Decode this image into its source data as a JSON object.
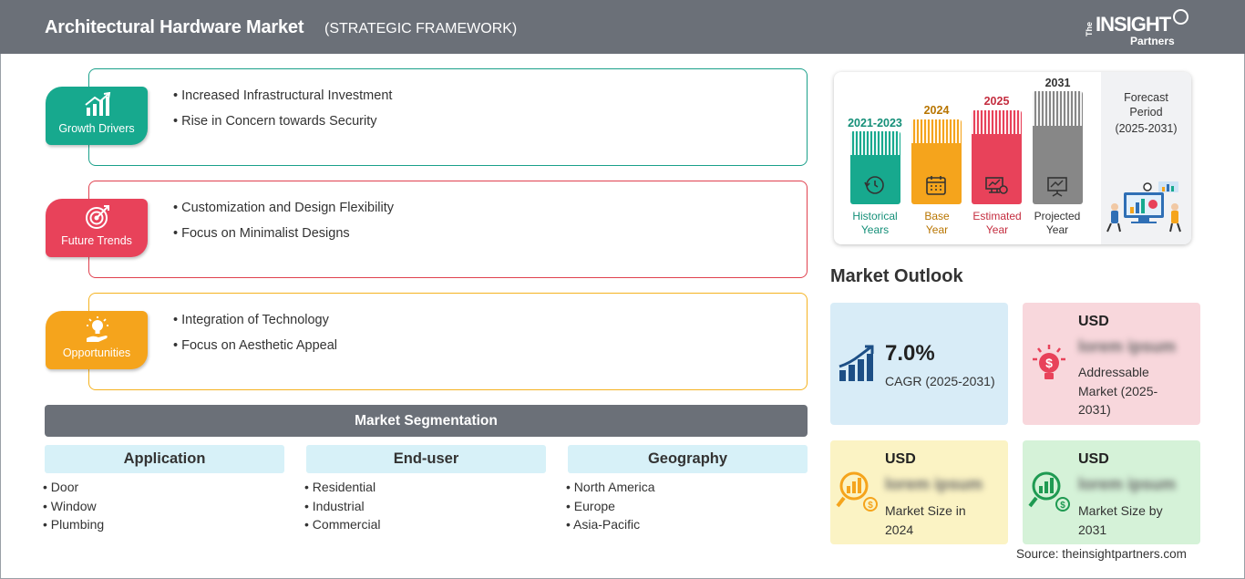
{
  "header": {
    "title": "Architectural Hardware Market",
    "subtitle": "(STRATEGIC FRAMEWORK)",
    "logo_the": "The",
    "logo_insight": "INSIGHT",
    "logo_partners": "Partners"
  },
  "framework": {
    "growth": {
      "label": "Growth Drivers",
      "color": "#17a98e",
      "items": [
        "Increased Infrastructural Investment",
        "Rise in Concern towards Security"
      ]
    },
    "trends": {
      "label": "Future Trends",
      "color": "#e8425a",
      "items": [
        "Customization and Design Flexibility",
        "Focus on Minimalist Designs"
      ]
    },
    "opportunities": {
      "label": "Opportunities",
      "color": "#f5a41c",
      "items": [
        "Integration of Technology",
        "Focus on Aesthetic Appeal"
      ]
    }
  },
  "segmentation": {
    "title": "Market Segmentation",
    "columns": [
      {
        "heading": "Application",
        "items": [
          "Door",
          "Window",
          "Plumbing"
        ]
      },
      {
        "heading": "End-user",
        "items": [
          "Residential",
          "Industrial",
          "Commercial"
        ]
      },
      {
        "heading": "Geography",
        "items": [
          "North America",
          "Europe",
          "Asia-Pacific"
        ]
      }
    ]
  },
  "timeline": {
    "bars": [
      {
        "year": "2021-2023",
        "label1": "Historical",
        "label2": "Years",
        "color": "#17a98e"
      },
      {
        "year": "2024",
        "label1": "Base",
        "label2": "Year",
        "color": "#f5a41c"
      },
      {
        "year": "2025",
        "label1": "Estimated",
        "label2": "Year",
        "color": "#e8425a"
      },
      {
        "year": "2031",
        "label1": "Projected",
        "label2": "Year",
        "color": "#878787"
      }
    ],
    "forecast_label": "Forecast",
    "forecast_label2": "Period",
    "forecast_range": "(2025-2031)"
  },
  "outlook": {
    "title": "Market Outlook",
    "cagr": {
      "value": "7.0%",
      "desc": "CAGR (2025-2031)",
      "bg": "#d8ecf7"
    },
    "addressable": {
      "usd": "USD",
      "value": "lorem ipsum",
      "desc1": "Addressable",
      "desc2": "Market (2025-",
      "desc3": "2031)",
      "bg": "#f8d7dc"
    },
    "size2024": {
      "usd": "USD",
      "value": "lorem ipsum",
      "desc1": "Market Size in",
      "desc2": "2024",
      "bg": "#fbf3c4"
    },
    "size2031": {
      "usd": "USD",
      "value": "lorem ipsum",
      "desc1": "Market Size by",
      "desc2": "2031",
      "bg": "#d5f2d8"
    }
  },
  "source": "Source: theinsightpartners.com"
}
